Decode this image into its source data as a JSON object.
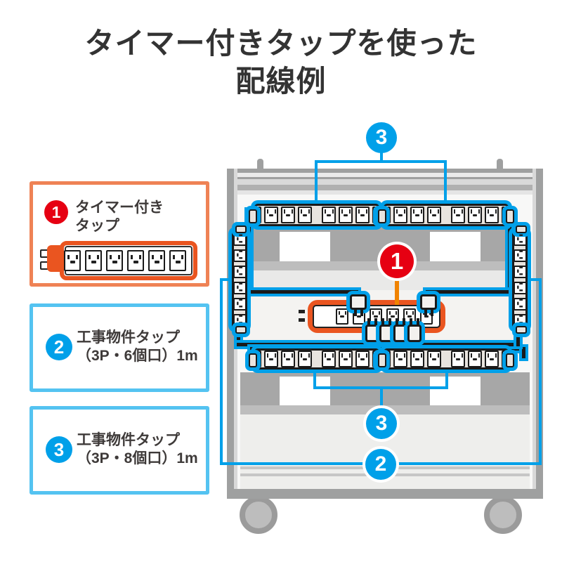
{
  "title": {
    "line1": "タイマー付きタップを使った",
    "line2": "配線例"
  },
  "legend": {
    "items": [
      {
        "number": "1",
        "label_line1": "タイマー付き",
        "label_line2": "タップ"
      },
      {
        "number": "2",
        "label_line1": "工事物件タップ",
        "label_line2": "（3P・6個口）1m"
      },
      {
        "number": "3",
        "label_line1": "工事物件タップ",
        "label_line2": "（3P・8個口）1m"
      }
    ]
  },
  "diagram": {
    "callouts": {
      "top_label": "3",
      "timer_label": "1",
      "bottom_inner_label": "3",
      "bottom_outer_label": "2"
    },
    "strips": {
      "top_outlets": 8,
      "bottom_outlets": 8,
      "side_outlets": 6,
      "timer_tap_outlets": 6,
      "legend_tap_outlets": 6
    },
    "colors": {
      "accent_blue": "#00a0e9",
      "accent_red": "#e60012",
      "accent_orange": "#ea5520",
      "callout_line_orange": "#f08300",
      "legend_blue_border": "#54c3f1",
      "legend_orange_border": "#ef8255",
      "rack_gray": "#9fa0a0",
      "cable_black": "#1a1a1a"
    }
  }
}
